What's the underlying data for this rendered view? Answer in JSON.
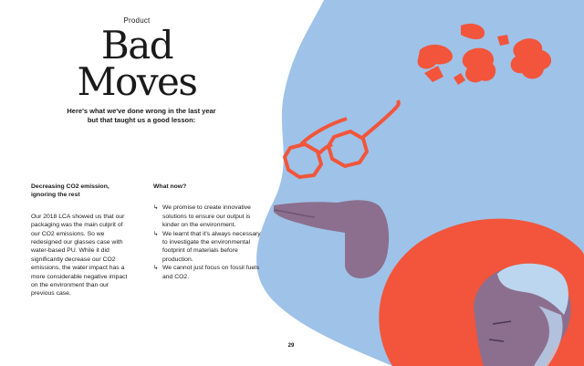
{
  "header": {
    "section": "Product",
    "title_line1": "Bad",
    "title_line2": "Moves",
    "subtitle": "Here's what we've done wrong in the last year but that taught us a good lesson:"
  },
  "left_column": {
    "heading": "Decreasing CO2 emission, ignoring the rest",
    "body": "Our 2018 LCA showed us that our packaging was the main culprit of our CO2 emissions. So we redesigned our glasses case with water-based PU. While it did significantly decrease our CO2 emissions, the water impact has a more considerable negative impact on the environment than our previous case."
  },
  "right_column": {
    "heading": "What now?",
    "bullet_marker": "↳",
    "bullets": [
      "We promise to create innovative solutions to ensure our output is kinder on the environment.",
      "We learnt that it's always necessary to investigate the environmental footprint of materials before production.",
      "We cannot just focus on fossil fuels and CO2."
    ]
  },
  "footer": {
    "page_number": "29"
  },
  "colors": {
    "sky_blue": "#9fc2e8",
    "light_blue": "#bcd6f0",
    "coral": "#f2553b",
    "skin": "#8c6f8e",
    "skin_dark": "#6e5572",
    "text": "#1a1a1a"
  },
  "illustration": {
    "icons": [
      "glasses-icon",
      "hand-icon",
      "face-icon",
      "splash-shapes"
    ]
  }
}
